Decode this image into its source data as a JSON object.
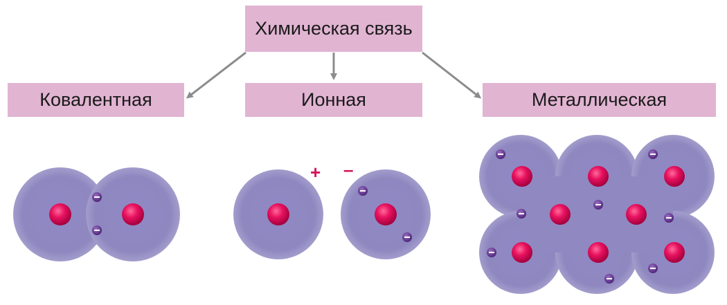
{
  "title": "Химическая связь",
  "types": {
    "covalent": "Ковалентная",
    "ionic": "Ионная",
    "metallic": "Металлическая"
  },
  "charges": {
    "positive": "+",
    "negative": "–"
  },
  "colors": {
    "box": "#e1b4d2",
    "arrow": "#8c8c8c",
    "cloud": "#8f88c1",
    "nucleus": "#e0105f",
    "electron": "#6a3d94",
    "charge": "#d4145a"
  }
}
